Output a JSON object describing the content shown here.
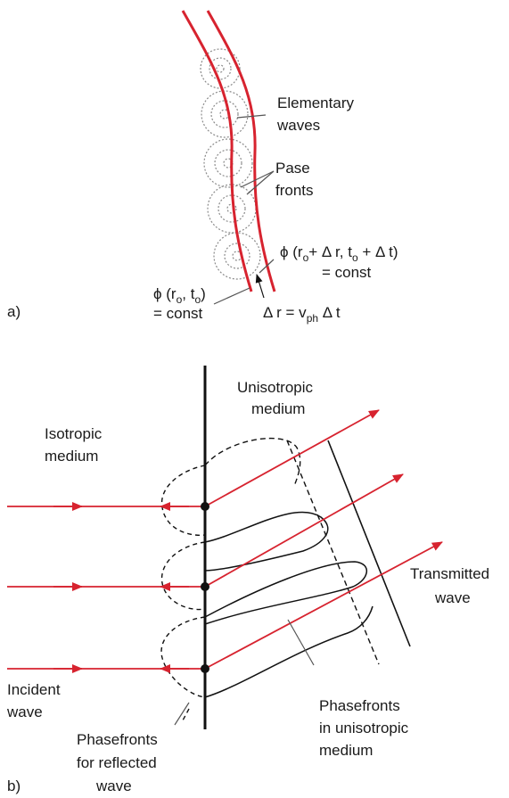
{
  "colors": {
    "wave_red": "#d7232f",
    "line_black": "#111111",
    "dotted_gray": "#8a8a8a"
  },
  "panel_a": {
    "tag": "a)",
    "elementary_waves": [
      "Elementary",
      "waves"
    ],
    "pase_fronts": [
      "Pase",
      "fronts"
    ],
    "phi_later": {
      "pre": "ϕ (r",
      "sub1": "o",
      "mid": "+ Δ r, t",
      "sub2": "o",
      "post": " + Δ t)",
      "const": "= const"
    },
    "phi_initial": {
      "pre": "ϕ (r",
      "sub1": "o",
      "mid": ", t",
      "sub2": "o",
      "post": ")",
      "const": "= const"
    },
    "delta_r": {
      "pre": "Δ r = v",
      "sub": "ph",
      "post": " Δ t"
    }
  },
  "panel_b": {
    "tag": "b)",
    "isotropic_medium": [
      "Isotropic",
      "medium"
    ],
    "unisotropic_medium": [
      "Unisotropic",
      "medium"
    ],
    "transmitted_wave": [
      "Transmitted",
      "wave"
    ],
    "incident_wave": [
      "Incident",
      "wave"
    ],
    "phasefronts_reflected": [
      "Phasefronts",
      "for reflected",
      "wave"
    ],
    "phasefronts_unisotropic": [
      "Phasefronts",
      "in unisotropic",
      "medium"
    ]
  }
}
